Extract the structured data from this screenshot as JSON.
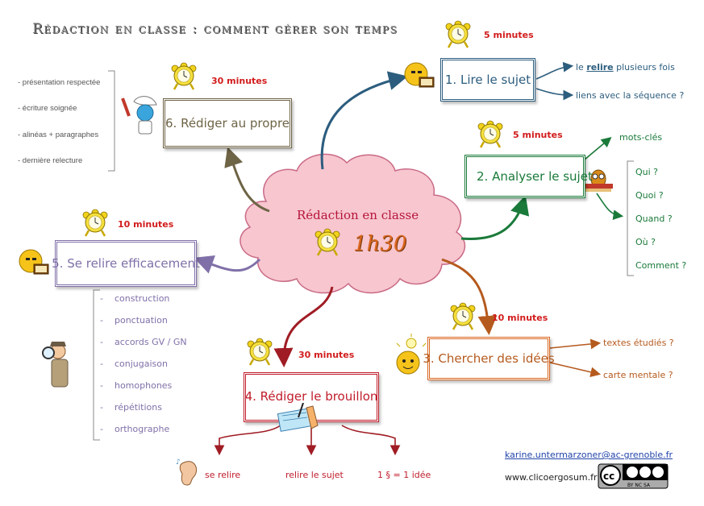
{
  "title": "Rédaction en classe : comment gérer son temps",
  "center": {
    "label": "Rédaction en classe",
    "duration": "1h30"
  },
  "colors": {
    "lire": "#2c5d7e",
    "analyser": "#1a7a3a",
    "chercher": "#d9661f",
    "brouillon": "#c01d2b",
    "relire": "#8070a8",
    "propre": "#6e6446",
    "time": "#d21c1c"
  },
  "steps": {
    "lire": {
      "label": "1. Lire le sujet",
      "time": "5 minutes"
    },
    "analyser": {
      "label": "2. Analyser le sujet",
      "time": "5 minutes"
    },
    "chercher": {
      "label": "3. Chercher des idées",
      "time": "10 minutes"
    },
    "brouillon": {
      "label": "4. Rédiger le brouillon",
      "time": "30 minutes"
    },
    "relire": {
      "label": "5. Se relire efficacement",
      "time": "10 minutes"
    },
    "propre": {
      "label": "6. Rédiger au propre",
      "time": "30 minutes"
    }
  },
  "lire_branches": {
    "first_prefix": "le ",
    "first_strong": "relire",
    "first_suffix": " plusieurs fois",
    "second": "liens avec la séquence ?"
  },
  "analyser_branches": {
    "keywords": "mots-clés",
    "questions": [
      "Qui ?",
      "Quoi ?",
      "Quand ?",
      "Où ?",
      "Comment ?"
    ]
  },
  "chercher_branches": [
    "textes étudiés ?",
    "carte mentale ?"
  ],
  "brouillon_branches": [
    "se relire",
    "relire le sujet",
    "1 § = 1 idée"
  ],
  "relire_items": [
    "construction",
    "ponctuation",
    "accords GV / GN",
    "conjugaison",
    "homophones",
    "répétitions",
    "orthographe"
  ],
  "propre_items": [
    "- présentation respectée",
    "- écriture soignée",
    "- alinéas + paragraphes",
    "- dernière relecture"
  ],
  "footer": {
    "email": "karine.untermarzoner@ac-grenoble.fr",
    "site": "www.clicoergosum.fr",
    "license": "CC BY NC SA"
  },
  "icons": [
    "alarm-clock-icon",
    "reading-smiley-icon",
    "smurf-writing-icon",
    "detective-icon",
    "idea-smiley-icon",
    "ear-icon",
    "owl-reading-icon",
    "cc-license-icon"
  ]
}
